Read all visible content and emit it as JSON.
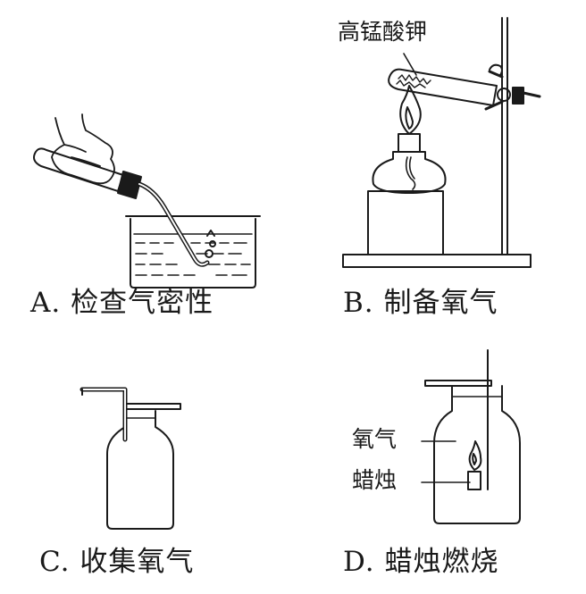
{
  "panels": [
    {
      "id": "A",
      "caption": "A. 检查气密性"
    },
    {
      "id": "B",
      "caption": "B. 制备氧气",
      "label": "高锰酸钾"
    },
    {
      "id": "C",
      "caption": "C. 收集氧气"
    },
    {
      "id": "D",
      "caption": "D. 蜡烛燃烧",
      "labels": [
        "氧气",
        "蜡烛"
      ]
    }
  ],
  "colors": {
    "ink": "#1a1a1a",
    "water": "#1a1a1a",
    "flame": "#1a1a1a"
  }
}
